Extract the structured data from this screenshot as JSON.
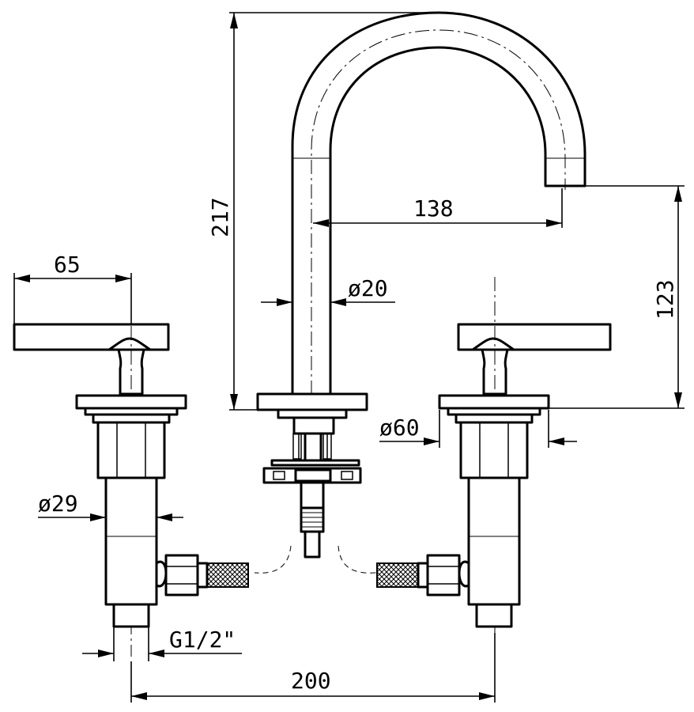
{
  "dimensions": {
    "height_total": "217",
    "spout_reach": "138",
    "spout_height": "123",
    "handle_width": "65",
    "spout_diameter": "ø20",
    "escutcheon_diameter": "ø60",
    "body_diameter": "ø29",
    "connection_thread": "G1/2\"",
    "center_distance": "200"
  }
}
